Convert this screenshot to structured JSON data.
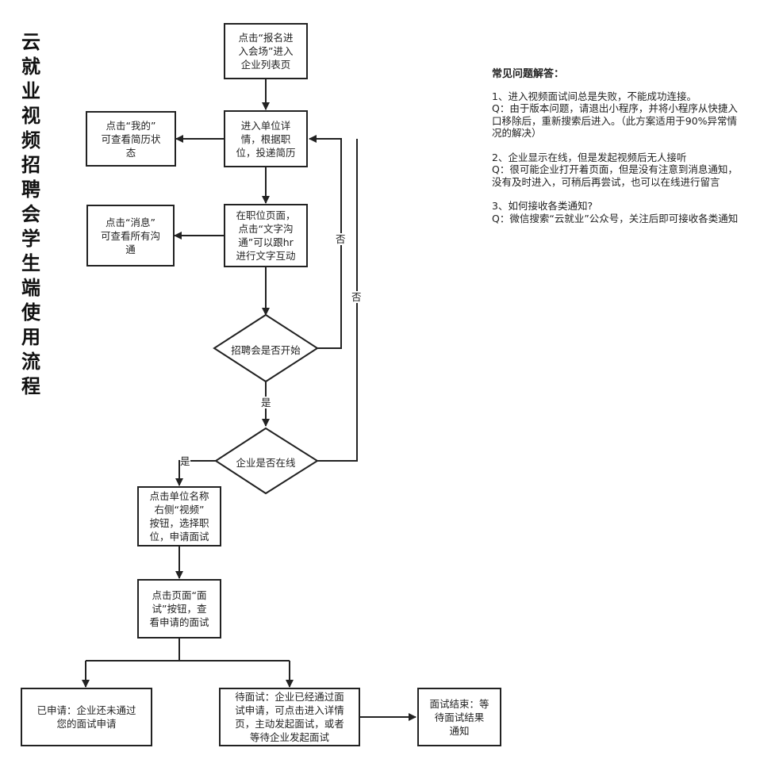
{
  "title_chars": [
    "云",
    "就",
    "业",
    "视",
    "频",
    "招",
    "聘",
    "会",
    "学",
    "生",
    "端",
    "使",
    "用",
    "流",
    "程"
  ],
  "nodes": {
    "enter_venue": "点击“报名进\n入会场”进入\n企业列表页",
    "unit_detail": "进入单位详\n情，根据职\n位，投递简历",
    "my_profile": "点击“我的”\n可查看简历状\n态",
    "job_page": "在职位页面，\n点击“文字沟\n通”可以跟hr\n进行文字互动",
    "messages": "点击“消息”\n可查看所有沟\n通",
    "fair_started": "招聘会是否开始",
    "company_online": "企业是否在线",
    "click_video": "点击单位名称\n右侧“视频”\n按钮，选择职\n位，申请面试",
    "view_interviews": "点击页面“面\n试”按钮，查\n看申请的面试",
    "applied": "已申请：企业还未通过\n您的面试申请",
    "pending": "待面试：企业已经通过面\n试申请，可点击进入详情\n页，主动发起面试，或者\n等待企业发起面试",
    "finished": "面试结束：等\n待面试结果\n通知"
  },
  "labels": {
    "no1": "否",
    "no2": "否",
    "yes1": "是",
    "yes2": "是"
  },
  "faq": {
    "heading": "常见问题解答：",
    "items": [
      {
        "q": "1、进入视频面试间总是失败，不能成功连接。",
        "a": "Q：由于版本问题，请退出小程序，并将小程序从快捷入口移除后，重新搜索后进入。（此方案适用于90%异常情况的解决）"
      },
      {
        "q": "2、企业显示在线，但是发起视频后无人接听",
        "a": "Q：很可能企业打开着页面，但是没有注意到消息通知，没有及时进入，可稍后再尝试，也可以在线进行留言"
      },
      {
        "q": "3、如何接收各类通知?",
        "a": "Q：微信搜索“云就业”公众号，关注后即可接收各类通知"
      }
    ]
  }
}
